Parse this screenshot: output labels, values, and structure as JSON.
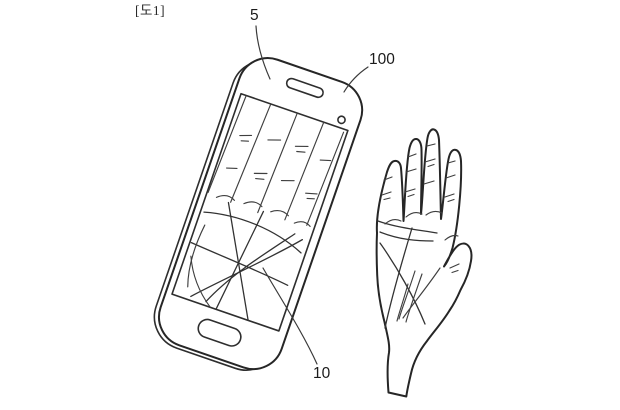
{
  "figure": {
    "label": "[도1]"
  },
  "refs": {
    "screen_ref": "5",
    "device_ref": "100",
    "palm_image_ref": "10"
  },
  "style": {
    "line_color": "#2a2a2a",
    "background_color": "#ffffff"
  }
}
